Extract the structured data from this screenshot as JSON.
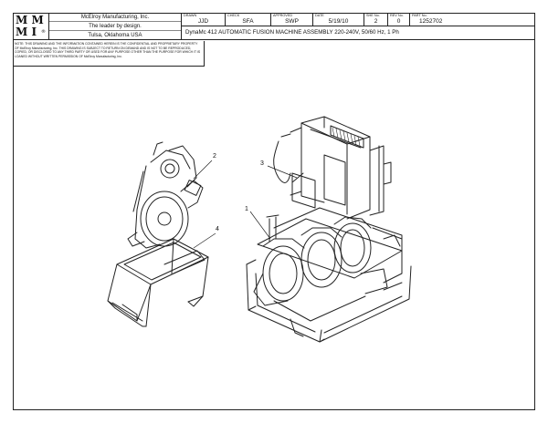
{
  "company": {
    "logo_line1": "M M",
    "logo_line2": "M I",
    "logo_mark": "®",
    "name": "McElroy Manufacturing, Inc.",
    "slogan": "The leader by design.",
    "location": "Tulsa, Oklahoma USA"
  },
  "title_block": {
    "drawn_label": "DRAWN",
    "drawn_value": "JJD",
    "check_label": "CHECK",
    "check_value": "SFA",
    "approved_label": "APPROVED",
    "approved_value": "SWP",
    "date_label": "DATE",
    "date_value": "5/19/10",
    "sheet_label": "SHE No.",
    "sheet_value": "2",
    "rev_label": "REV No.",
    "rev_value": "0",
    "part_label": "PART No.",
    "part_value": "1252702",
    "title": "DynaMc 412 AUTOMATIC FUSION MACHINE ASSEMBLY 220-240V, 50/60 Hz, 1 Ph"
  },
  "notice": "NOTE: THIS DRAWING AND THE INFORMATION CONTAINED HEREIN IS THE CONFIDENTIAL AND PROPRIETARY PROPERTY OF McElroy Manufacturing, Inc. THIS DRAWING IS SUBJECT TO RETURN ON DEMAND AND IS NOT TO BE REPRODUCED, COPIED, OR DISCLOSED TO ANY THIRD PARTY OR USED FOR ANY PURPOSE OTHER THAN THE PURPOSE FOR WHICH IT IS LOANED WITHOUT WRITTEN PERMISSION OF McElroy Manufacturing, Inc.",
  "callouts": [
    "1",
    "2",
    "3",
    "4"
  ]
}
